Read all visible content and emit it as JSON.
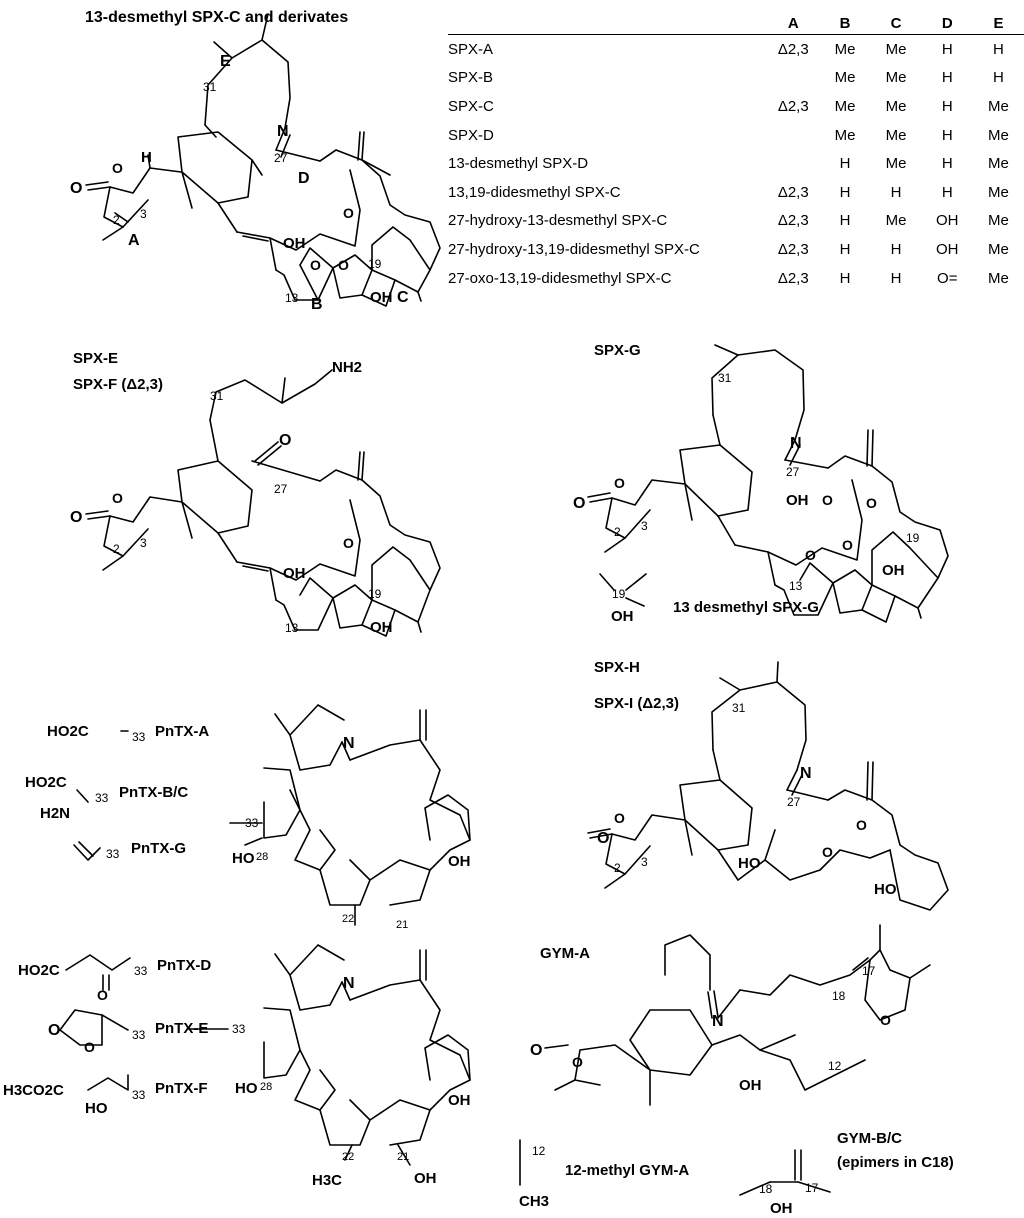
{
  "headings": {
    "top": "13-desmethyl SPX-C and derivates",
    "spx_e": "SPX-E",
    "spx_f": "SPX-F (Δ2,3)",
    "spx_g": "SPX-G",
    "spx_g_variant": "13 desmethyl SPX-G",
    "spx_h": "SPX-H",
    "spx_i": "SPX-I (Δ2,3)",
    "gym_a": "GYM-A",
    "gym_12_methyl": "12-methyl GYM-A",
    "gym_bc_1": "GYM-B/C",
    "gym_bc_2": "(epimers in C18)"
  },
  "ring_labels": {
    "A": "A",
    "B": "B",
    "C": "C",
    "D": "D",
    "E": "E"
  },
  "table": {
    "columns": [
      "",
      "A",
      "B",
      "C",
      "D",
      "E"
    ],
    "rows": [
      {
        "name": "SPX-A",
        "A": "Δ2,3",
        "B": "Me",
        "C": "Me",
        "D": "H",
        "E": "H"
      },
      {
        "name": "SPX-B",
        "A": "",
        "B": "Me",
        "C": "Me",
        "D": "H",
        "E": "H"
      },
      {
        "name": "SPX-C",
        "A": "Δ2,3",
        "B": "Me",
        "C": "Me",
        "D": "H",
        "E": "Me"
      },
      {
        "name": "SPX-D",
        "A": "",
        "B": "Me",
        "C": "Me",
        "D": "H",
        "E": "Me"
      },
      {
        "name": "13-desmethyl SPX-D",
        "A": "",
        "B": "H",
        "C": "Me",
        "D": "H",
        "E": "Me"
      },
      {
        "name": "13,19-didesmethyl SPX-C",
        "A": "Δ2,3",
        "B": "H",
        "C": "H",
        "D": "H",
        "E": "Me"
      },
      {
        "name": "27-hydroxy-13-desmethyl SPX-C",
        "A": "Δ2,3",
        "B": "H",
        "C": "Me",
        "D": "OH",
        "E": "Me"
      },
      {
        "name": "27-hydroxy-13,19-didesmethyl SPX-C",
        "A": "Δ2,3",
        "B": "H",
        "C": "H",
        "D": "OH",
        "E": "Me"
      },
      {
        "name": "27-oxo-13,19-didesmethyl SPX-C",
        "A": "Δ2,3",
        "B": "H",
        "C": "H",
        "D": "O=",
        "E": "Me"
      }
    ]
  },
  "pntx": {
    "a": "HO2C",
    "a_label": "PnTX-A",
    "bc": "PnTX-B/C",
    "g": "PnTX-G",
    "d": "PnTX-D",
    "e": "PnTX-E",
    "f": "PnTX-F",
    "num33": "33"
  },
  "atoms": {
    "N": "N",
    "O": "O",
    "OH": "OH",
    "HO": "HO",
    "H": "H",
    "NH2": "NH2",
    "CH3": "CH3",
    "H3C": "H3C",
    "HO2C": "HO2C",
    "H3CO2C": "H3CO2C",
    "H2N": "H2N"
  },
  "locants": {
    "n2": "2",
    "n3": "3",
    "n12": "12",
    "n13": "13",
    "n17": "17",
    "n18": "18",
    "n19": "19",
    "n21": "21",
    "n22": "22",
    "n27": "27",
    "n28": "28",
    "n31": "31",
    "n33": "33"
  }
}
